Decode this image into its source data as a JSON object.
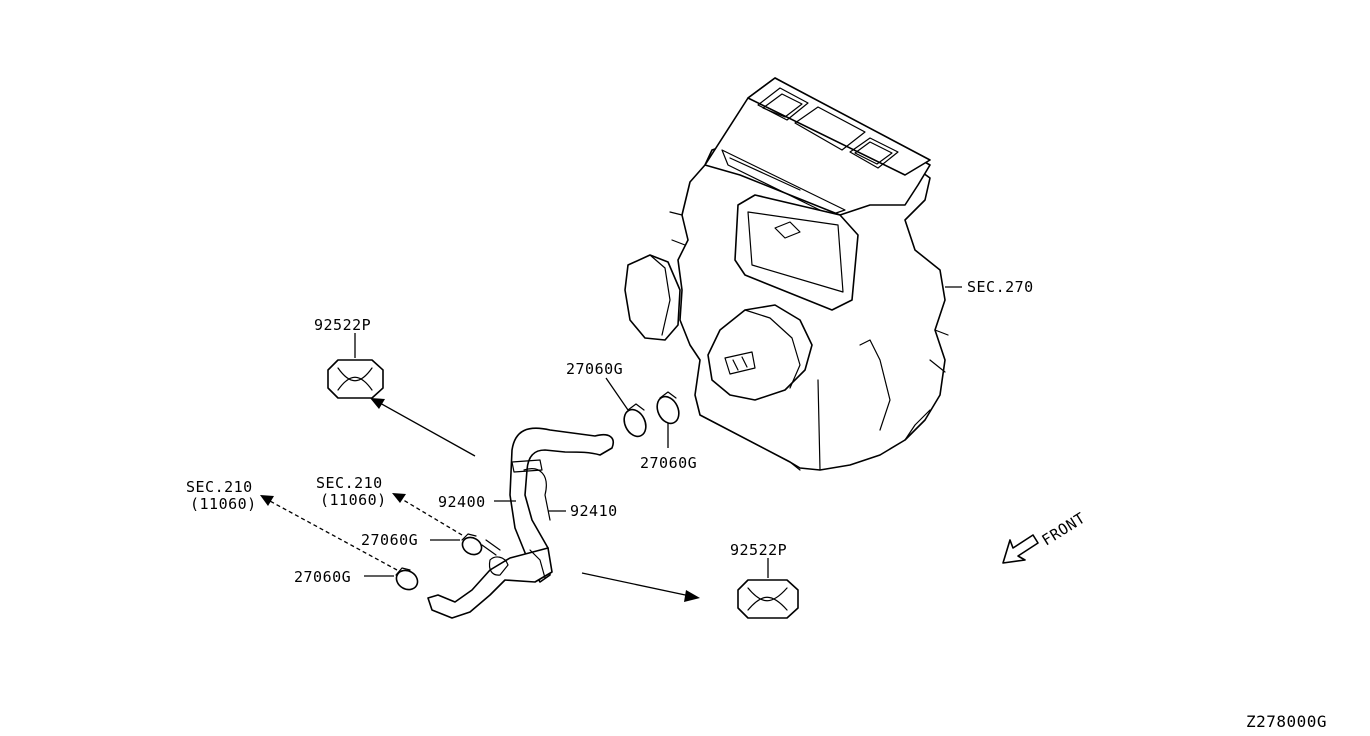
{
  "labels": {
    "sec270": "SEC.270",
    "grommet_top": "92522P",
    "grommet_bottom": "92522P",
    "clamp_top_upper": "27060G",
    "clamp_top_lower": "27060G",
    "clamp_mid": "27060G",
    "clamp_low": "27060G",
    "hose_inlet": "92400",
    "hose_outlet": "92410",
    "sec210_a_line1": "SEC.210",
    "sec210_a_line2": "(11060)",
    "sec210_b_line1": "SEC.210",
    "sec210_b_line2": "(11060)",
    "front": "FRONT",
    "diagram_code": "Z278000G"
  },
  "icons": [
    "heater-unit-icon",
    "hose-icon",
    "clamp-icon",
    "grommet-icon",
    "front-arrow-icon"
  ]
}
